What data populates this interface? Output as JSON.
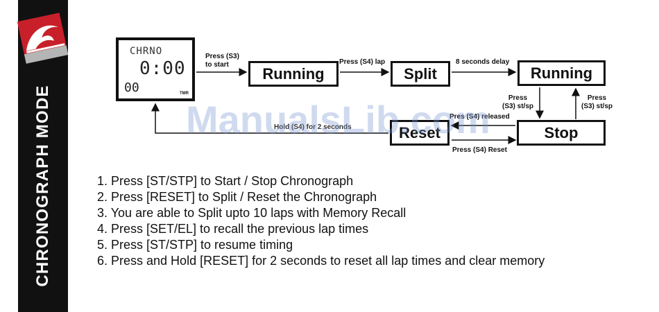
{
  "side_title": "CHRONOGRAPH MODE",
  "logo": {
    "icon": "wave-mountain-logo",
    "color": "#c8202a"
  },
  "watermark": "ManualsLib.com",
  "lcd": {
    "mode_text": "CHRNO",
    "main_digits": "0:00",
    "sub_digits": "00",
    "tag": "TMR"
  },
  "boxes": {
    "running_1": "Running",
    "split": "Split",
    "running_2": "Running",
    "stop": "Stop",
    "reset": "Reset"
  },
  "labels": {
    "s3_start_line1": "Press (S3)",
    "s3_start_line2": "to start",
    "s4_lap": "Press (S4) lap",
    "delay": "8 seconds delay",
    "s3_stsp_left_line1": "Press",
    "s3_stsp_left_line2": "(S3) st/sp",
    "s3_stsp_right_line1": "Press",
    "s3_stsp_right_line2": "(S3) st/sp",
    "released": "Pres (S4) released",
    "s4_reset": "Press (S4) Reset",
    "hold": "Hold (S4) for 2 seconds"
  },
  "instructions": [
    "1. Press [ST/STP] to Start / Stop Chronograph",
    "2. Press [RESET] to Split / Reset the Chronograph",
    "3. You are able to Split upto 10 laps with Memory Recall",
    "4. Press [SET/EL] to recall the previous lap times",
    "5. Press [ST/STP] to resume timing",
    "6. Press and Hold [RESET] for 2 seconds to reset all lap times and clear memory"
  ]
}
